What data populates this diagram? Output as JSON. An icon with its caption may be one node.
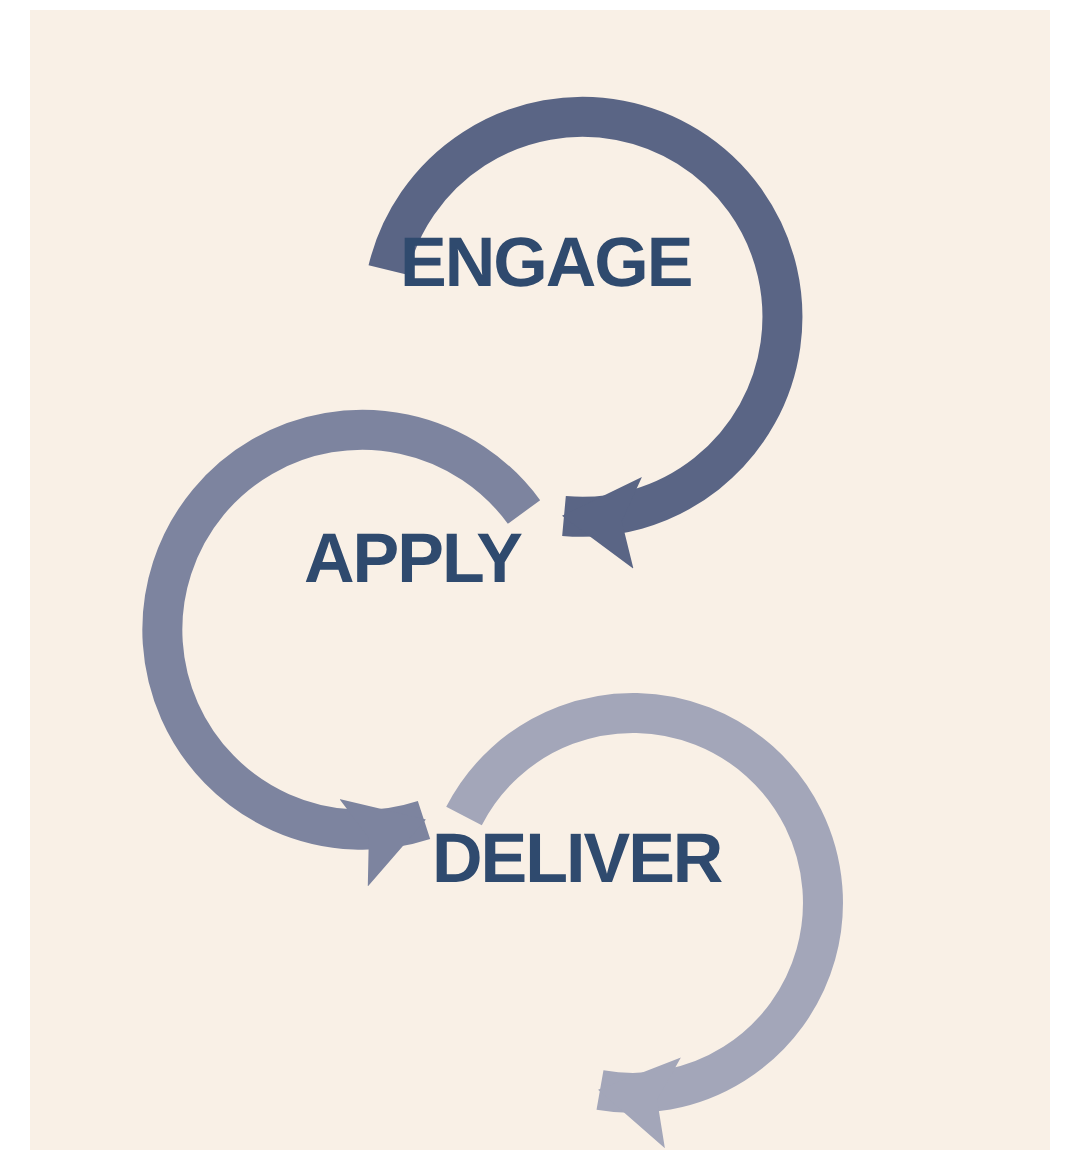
{
  "diagram": {
    "nodes": [
      {
        "text": [
          "ENGAGE"
        ]
      },
      {
        "text": [
          "APPLY"
        ]
      },
      {
        "text": [
          "DELIVER"
        ]
      }
    ],
    "edges": [
      {
        "from": 0,
        "to": 1,
        "arrow": "to",
        "color": "#5a6585"
      },
      {
        "from": 1,
        "to": 2,
        "arrow": "to",
        "color": "#7d849f"
      },
      {
        "from": 2,
        "to": null,
        "arrow": "to",
        "color": "#a3a6b9"
      }
    ]
  }
}
